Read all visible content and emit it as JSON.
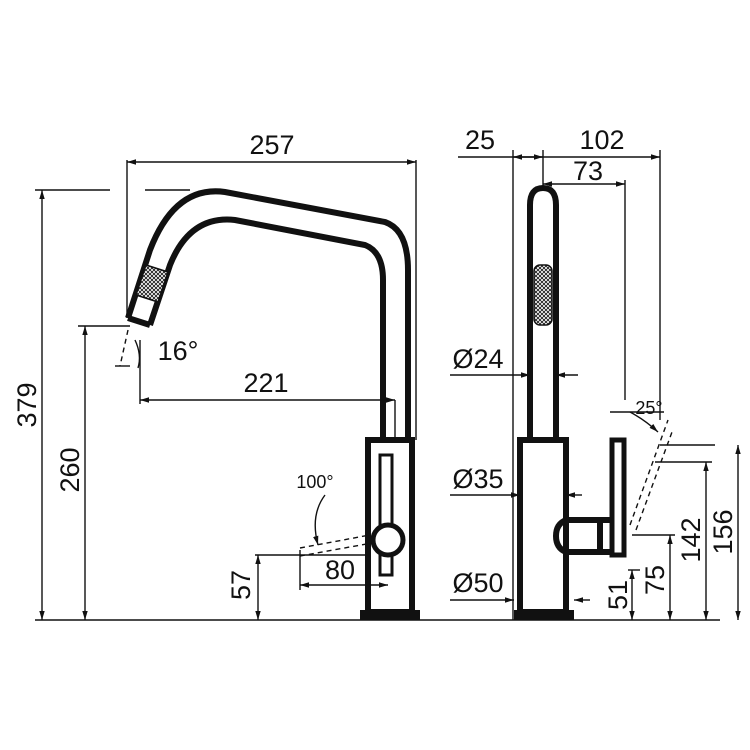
{
  "front_view": {
    "width_overall": "257",
    "spout_reach": "221",
    "height_total": "379",
    "height_spout": "260",
    "handle_height": "57",
    "handle_reach": "80",
    "spout_angle": "16°",
    "handle_angle": "100°"
  },
  "side_view": {
    "offset_front": "25",
    "depth_overall": "102",
    "depth_handle": "73",
    "dia_spout": "Ø24",
    "dia_body": "Ø35",
    "dia_base": "Ø50",
    "handle_angle": "25°",
    "h_51": "51",
    "h_75": "75",
    "h_142": "142",
    "h_156": "156"
  }
}
